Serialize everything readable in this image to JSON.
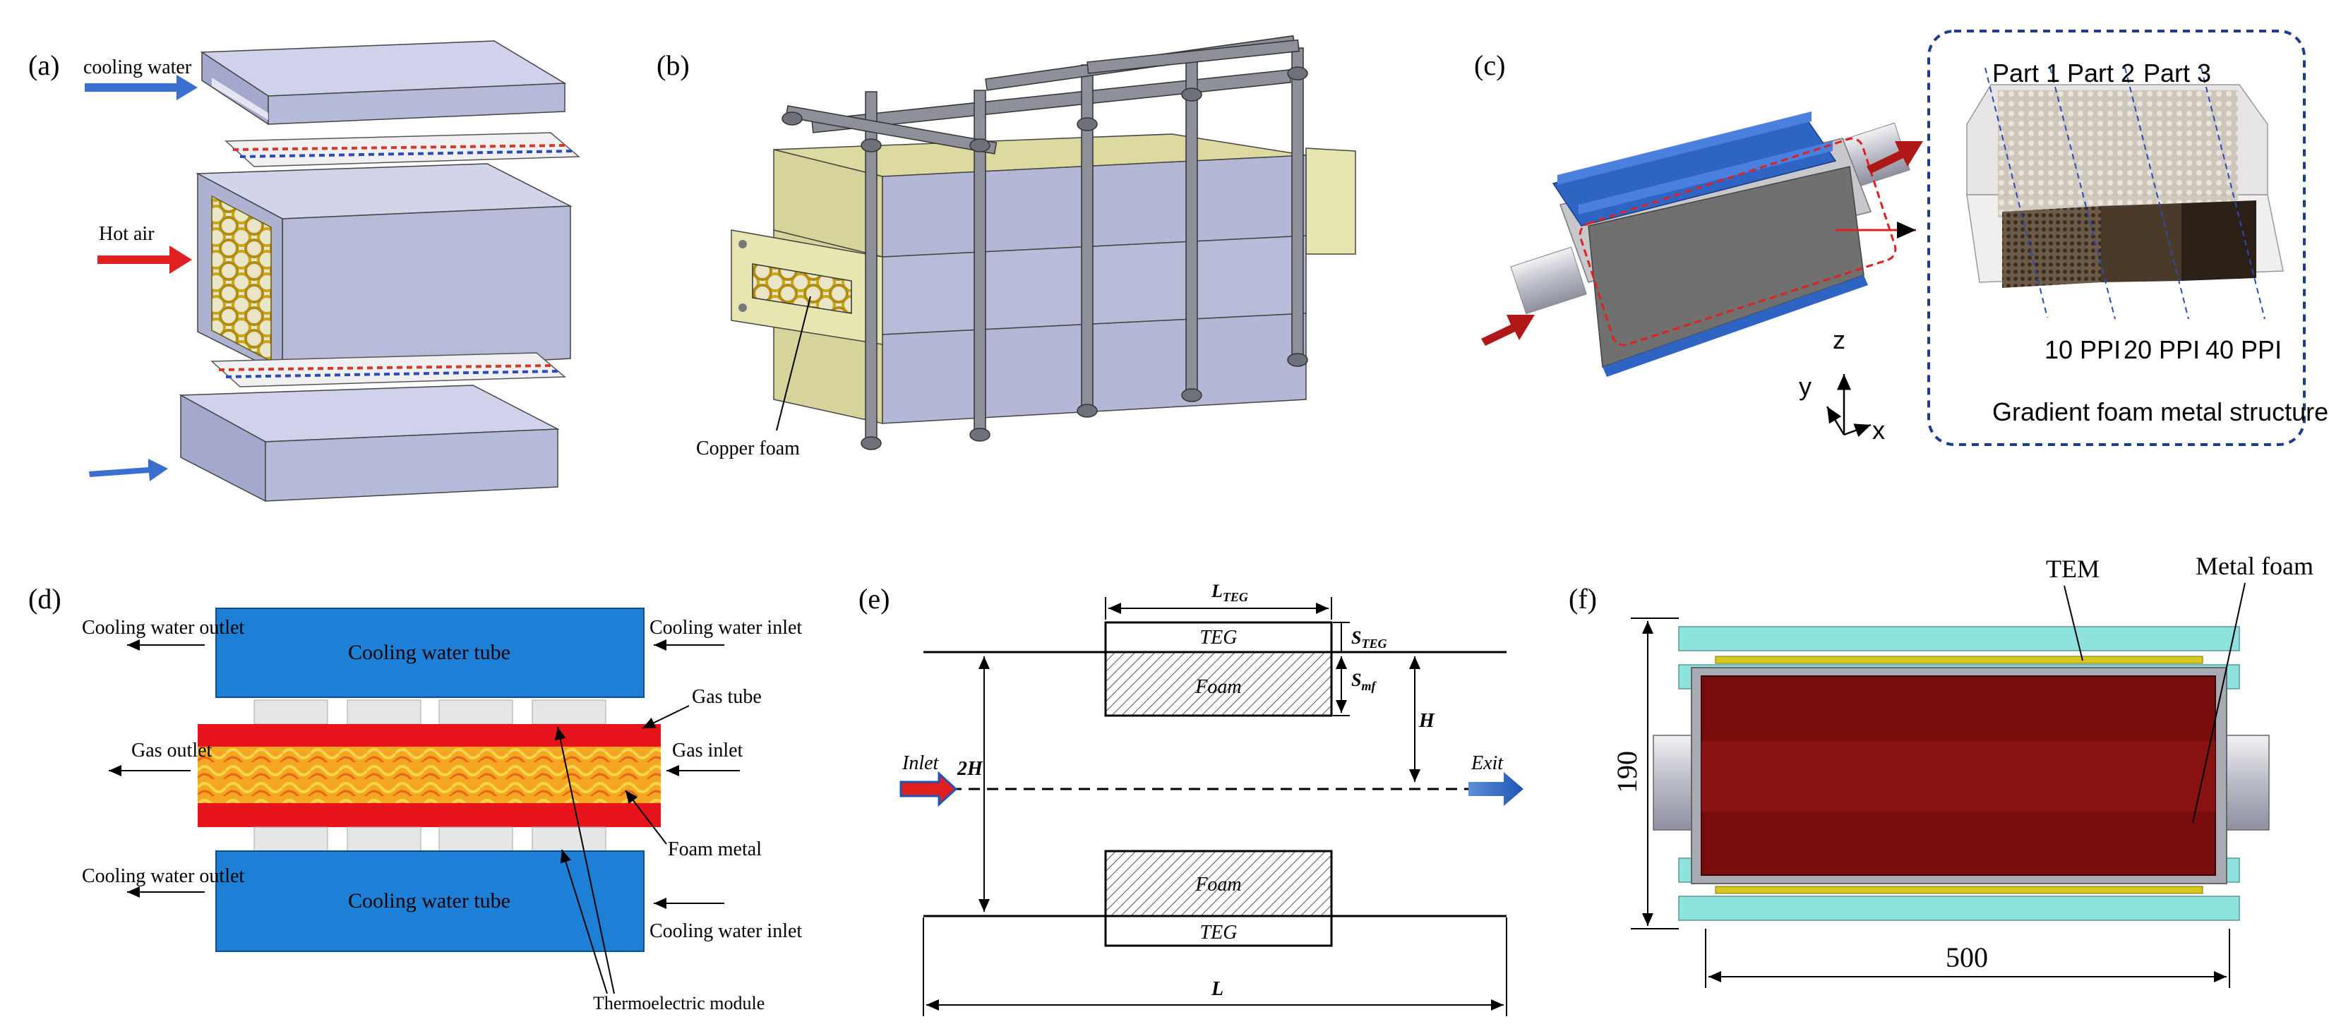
{
  "panels": {
    "a": {
      "label": "(a)",
      "cooling_water": "cooling water",
      "hot_air": "Hot air"
    },
    "b": {
      "label": "(b)",
      "copper_foam": "Copper foam"
    },
    "c": {
      "label": "(c)",
      "part1": "Part 1",
      "part2": "Part 2",
      "part3": "Part 3",
      "ppi10": "10 PPI",
      "ppi20": "20 PPI",
      "ppi40": "40 PPI",
      "caption": "Gradient foam metal structure",
      "axis_z": "z",
      "axis_y": "y",
      "axis_x": "x"
    },
    "d": {
      "label": "(d)",
      "cw_outlet_top": "Cooling water outlet",
      "cw_inlet_top": "Cooling water inlet",
      "cw_tube_top": "Cooling water tube",
      "gas_tube": "Gas tube",
      "gas_outlet": "Gas outlet",
      "gas_inlet": "Gas inlet",
      "foam_metal": "Foam metal",
      "cw_outlet_bottom": "Cooling water outlet",
      "cw_tube_bottom": "Cooling water tube",
      "cw_inlet_bottom": "Cooling water inlet",
      "thermoelectric_module": "Thermoelectric module"
    },
    "e": {
      "label": "(e)",
      "l_teg": "L",
      "l_teg_sub": "TEG",
      "s_teg": "S",
      "s_teg_sub": "TEG",
      "s_mf": "S",
      "s_mf_sub": "mf",
      "teg_top": "TEG",
      "foam_top": "Foam",
      "h": "H",
      "two_h": "2H",
      "inlet": "Inlet",
      "exit": "Exit",
      "foam_bottom": "Foam",
      "teg_bottom": "TEG",
      "l": "L"
    },
    "f": {
      "label": "(f)",
      "tem": "TEM",
      "metal_foam": "Metal foam",
      "dim_height": "190",
      "dim_length": "500"
    }
  },
  "colors": {
    "cooling_blue": "#1e7fd6",
    "gas_red": "#e8141b",
    "foam_orange": "#f5a623",
    "frame_purple": "#a9aed3",
    "copper_gold": "#c9a416",
    "panel_f_teal": "#8fe3df",
    "panel_f_darkred": "#7a0c0c"
  }
}
